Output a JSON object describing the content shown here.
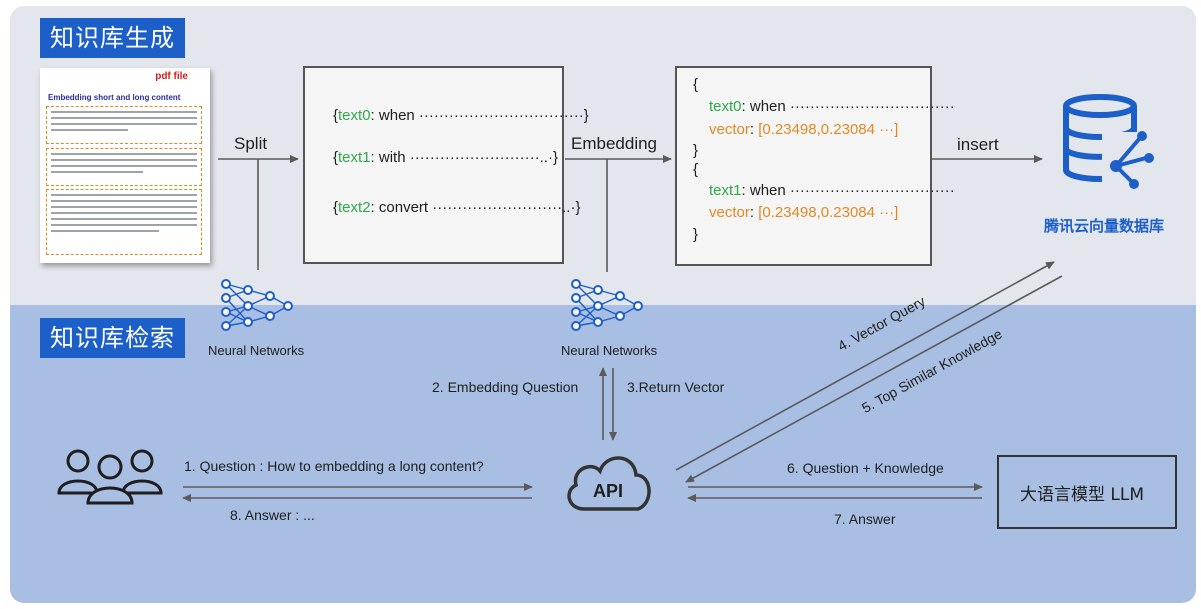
{
  "top_section": {
    "title": "知识库生成",
    "doc_label": "pdf file",
    "doc_title": "Embedding short and long content",
    "split_label": "Split",
    "chunks": [
      {
        "key": "text0",
        "value": "when"
      },
      {
        "key": "text1",
        "value": "with"
      },
      {
        "key": "text2",
        "value": "convert"
      }
    ],
    "embedding_label": "Embedding",
    "records": [
      {
        "open": "{",
        "key": "text0",
        "value": "when",
        "vector_key": "vector",
        "vector": "[0.23498,0.23084 ···]",
        "close": "}"
      },
      {
        "open": "{",
        "key": "text1",
        "value": "when",
        "vector_key": "vector",
        "vector": "[0.23498,0.23084 ···]",
        "close": "}"
      }
    ],
    "insert_label": "insert",
    "db_label": "腾讯云向量数据库",
    "nn_label_left": "Neural Networks",
    "nn_label_mid": "Neural Networks"
  },
  "bottom_section": {
    "title": "知识库检索",
    "steps": {
      "s1": "1. Question : How to embedding a long content?",
      "s2": "2. Embedding Question",
      "s3": "3.Return Vector",
      "s4": "4. Vector Query",
      "s5": "5. Top Similar Knowledge",
      "s6": "6. Question + Knowledge",
      "s7": "7. Answer",
      "s8": "8. Answer : ..."
    },
    "api_label": "API",
    "llm_label": "大语言模型 LLM"
  },
  "colors": {
    "top_bg": "#e3e6ec",
    "bottom_bg": "#a8bfe3",
    "badge": "#1d5fc9",
    "key_green": "#2da84a",
    "value_orange": "#e08a25",
    "db_blue": "#1d5fc9"
  },
  "icons": [
    "document-icon",
    "neural-network-icon",
    "database-icon",
    "users-icon",
    "cloud-api-icon"
  ]
}
